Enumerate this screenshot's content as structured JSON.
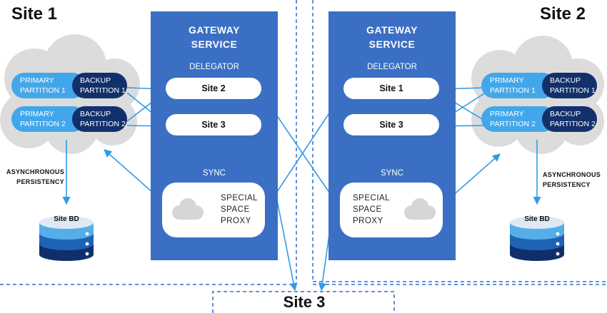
{
  "sites": {
    "site1": "Site 1",
    "site2": "Site 2",
    "site3": "Site 3"
  },
  "gateways": [
    {
      "title_line1": "GATEWAY",
      "title_line2": "SERVICE",
      "delegator_label": "DELEGATOR",
      "delegates": [
        "Site 2",
        "Site 3"
      ],
      "sync_label": "SYNC",
      "proxy": [
        "SPECIAL",
        "SPACE",
        "PROXY"
      ]
    },
    {
      "title_line1": "GATEWAY",
      "title_line2": "SERVICE",
      "delegator_label": "DELEGATOR",
      "delegates": [
        "Site 1",
        "Site 3"
      ],
      "sync_label": "SYNC",
      "proxy": [
        "SPECIAL",
        "SPACE",
        "PROXY"
      ]
    }
  ],
  "partitions": {
    "site1": [
      {
        "primary": [
          "PRIMARY",
          "PARTITION 1"
        ],
        "backup": [
          "BACKUP",
          "PARTITION 1"
        ]
      },
      {
        "primary": [
          "PRIMARY",
          "PARTITION 2"
        ],
        "backup": [
          "BACKUP",
          "PARTITION 2"
        ]
      }
    ],
    "site2": [
      {
        "primary": [
          "PRIMARY",
          "PARTITION 1"
        ],
        "backup": [
          "BACKUP",
          "PARTITION 1"
        ]
      },
      {
        "primary": [
          "PRIMARY",
          "PARTITION 2"
        ],
        "backup": [
          "BACKUP",
          "PARTITION 2"
        ]
      }
    ]
  },
  "persistence": [
    "ASYNCHRONOUS",
    "PERSISTENCY"
  ],
  "database_label": "Site BD",
  "colors": {
    "gateway_blue": "#3a6fc4",
    "arrow_blue": "#2e9be6",
    "primary_blue": "#42a7ea",
    "backup_navy": "#12306b",
    "cloud_gray": "#dcdcdc",
    "db_dark": "#0f2f6b",
    "db_mid": "#1e63b5",
    "db_light": "#55aee8",
    "divider_blue": "#2f6fd0"
  }
}
